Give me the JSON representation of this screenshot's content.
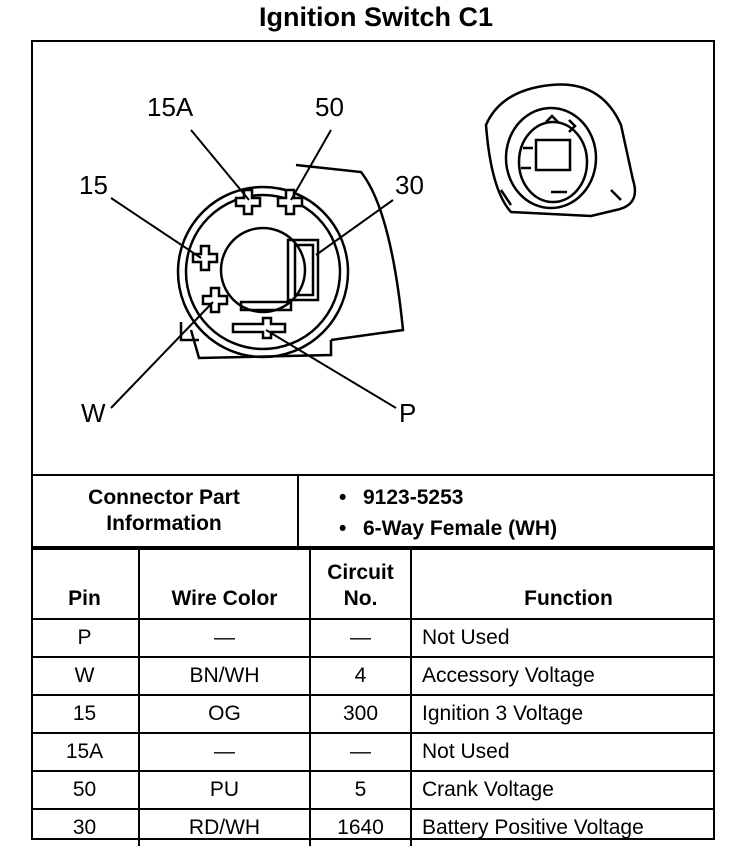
{
  "title": "Ignition Switch C1",
  "pin_labels": [
    "15A",
    "50",
    "15",
    "30",
    "W",
    "P"
  ],
  "connector_info": {
    "label": "Connector Part Information",
    "items": [
      "9123-5253",
      "6-Way Female (WH)"
    ]
  },
  "table": {
    "headers": [
      "Pin",
      "Wire Color",
      "Circuit No.",
      "Function"
    ],
    "rows": [
      {
        "pin": "P",
        "wire": "—",
        "circuit": "—",
        "function": "Not Used"
      },
      {
        "pin": "W",
        "wire": "BN/WH",
        "circuit": "4",
        "function": "Accessory Voltage"
      },
      {
        "pin": "15",
        "wire": "OG",
        "circuit": "300",
        "function": "Ignition 3 Voltage"
      },
      {
        "pin": "15A",
        "wire": "—",
        "circuit": "—",
        "function": "Not Used"
      },
      {
        "pin": "50",
        "wire": "PU",
        "circuit": "5",
        "function": "Crank Voltage"
      },
      {
        "pin": "30",
        "wire": "RD/WH",
        "circuit": "1640",
        "function": "Battery Positive Voltage"
      }
    ]
  }
}
